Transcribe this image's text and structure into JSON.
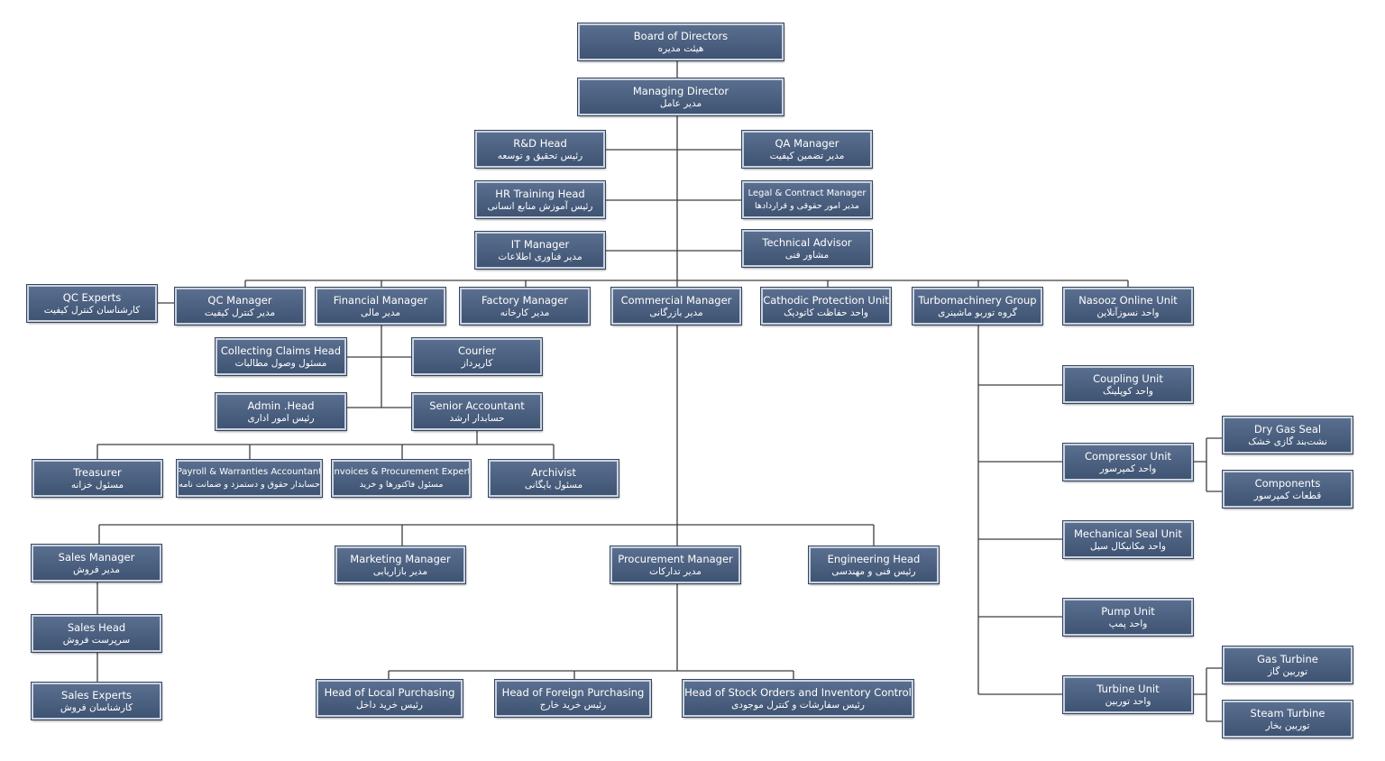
{
  "nodes": {
    "board": {
      "en": "Board of Directors",
      "fa": "هیئت مدیره"
    },
    "md": {
      "en": "Managing Director",
      "fa": "مدیر عامل"
    },
    "rd": {
      "en": "R&D Head",
      "fa": "رئیس تحقیق و توسعه"
    },
    "qa": {
      "en": "QA Manager",
      "fa": "مدیر تضمین کیفیت"
    },
    "hr": {
      "en": "HR Training Head",
      "fa": "رئیس آموزش منابع انسانی"
    },
    "legal": {
      "en": "Legal & Contract Manager",
      "fa": "مدیر امور حقوقی و قراردادها"
    },
    "it": {
      "en": "IT Manager",
      "fa": "مدیر فناوری اطلاعات"
    },
    "tech": {
      "en": "Technical Advisor",
      "fa": "مشاور فنی"
    },
    "qcexp": {
      "en": "QC Experts",
      "fa": "کارشناسان کنترل کیفیت"
    },
    "qcm": {
      "en": "QC Manager",
      "fa": "مدیر کنترل کیفیت"
    },
    "fin": {
      "en": "Financial Manager",
      "fa": "مدیر مالی"
    },
    "fact": {
      "en": "Factory Manager",
      "fa": "مدیر کارخانه"
    },
    "comm": {
      "en": "Commercial Manager",
      "fa": "مدیر بازرگانی"
    },
    "cath": {
      "en": "Cathodic Protection Unit",
      "fa": "واحد حفاظت کاتودیک"
    },
    "turbo": {
      "en": "Turbomachinery Group",
      "fa": "گروه توربو ماشینری"
    },
    "naso": {
      "en": "Nasooz Online Unit",
      "fa": "واحد نسوزآنلاین"
    },
    "coll": {
      "en": "Collecting Claims Head",
      "fa": "مسئول وصول مطالبات"
    },
    "cour": {
      "en": "Courier",
      "fa": "کارپرداز"
    },
    "admin": {
      "en": "Admin .Head",
      "fa": "رئیس امور اداری"
    },
    "senior": {
      "en": "Senior Accountant",
      "fa": "حسابدار ارشد"
    },
    "treas": {
      "en": "Treasurer",
      "fa": "مسئول خزانه"
    },
    "payroll": {
      "en": "Payroll & Warranties Accountant",
      "fa": "حسابدار حقوق و دستمزد و ضمانت نامه"
    },
    "invoice": {
      "en": "Invoices & Procurement Expert",
      "fa": "مسئول فاکتورها و خرید"
    },
    "arch": {
      "en": "Archivist",
      "fa": "مسئول بایگانی"
    },
    "salesm": {
      "en": "Sales Manager",
      "fa": "مدیر فروش"
    },
    "mkt": {
      "en": "Marketing Manager",
      "fa": "مدیر بازاریابی"
    },
    "proc": {
      "en": "Procurement Manager",
      "fa": "مدیر تدارکات"
    },
    "eng": {
      "en": "Engineering Head",
      "fa": "رئیس فنی و مهندسی"
    },
    "salesh": {
      "en": "Sales Head",
      "fa": "سرپرست فروش"
    },
    "salese": {
      "en": "Sales Experts",
      "fa": "کارشناسان فروش"
    },
    "local": {
      "en": "Head of Local Purchasing",
      "fa": "رئیس خرید داخل"
    },
    "foreign": {
      "en": "Head of Foreign Purchasing",
      "fa": "رئیس خرید خارج"
    },
    "stock": {
      "en": "Head of Stock Orders and Inventory Control",
      "fa": "رئیس سفارشات و کنترل موجودی"
    },
    "coup": {
      "en": "Coupling Unit",
      "fa": "واحد کوپلینگ"
    },
    "comp": {
      "en": "Compressor Unit",
      "fa": "واحد کمپرسور"
    },
    "mech": {
      "en": "Mechanical Seal Unit",
      "fa": "واحد مکانیکال سیل"
    },
    "pump": {
      "en": "Pump Unit",
      "fa": "واحد پمپ"
    },
    "turbu": {
      "en": "Turbine Unit",
      "fa": "واحد توربین"
    },
    "dry": {
      "en": "Dry Gas Seal",
      "fa": "نشت‌بند گازی خشک"
    },
    "compo": {
      "en": "Components",
      "fa": "قطعات کمپرسور"
    },
    "gas": {
      "en": "Gas Turbine",
      "fa": "توربین گاز"
    },
    "steam": {
      "en": "Steam Turbine",
      "fa": "توربین بخار"
    }
  }
}
